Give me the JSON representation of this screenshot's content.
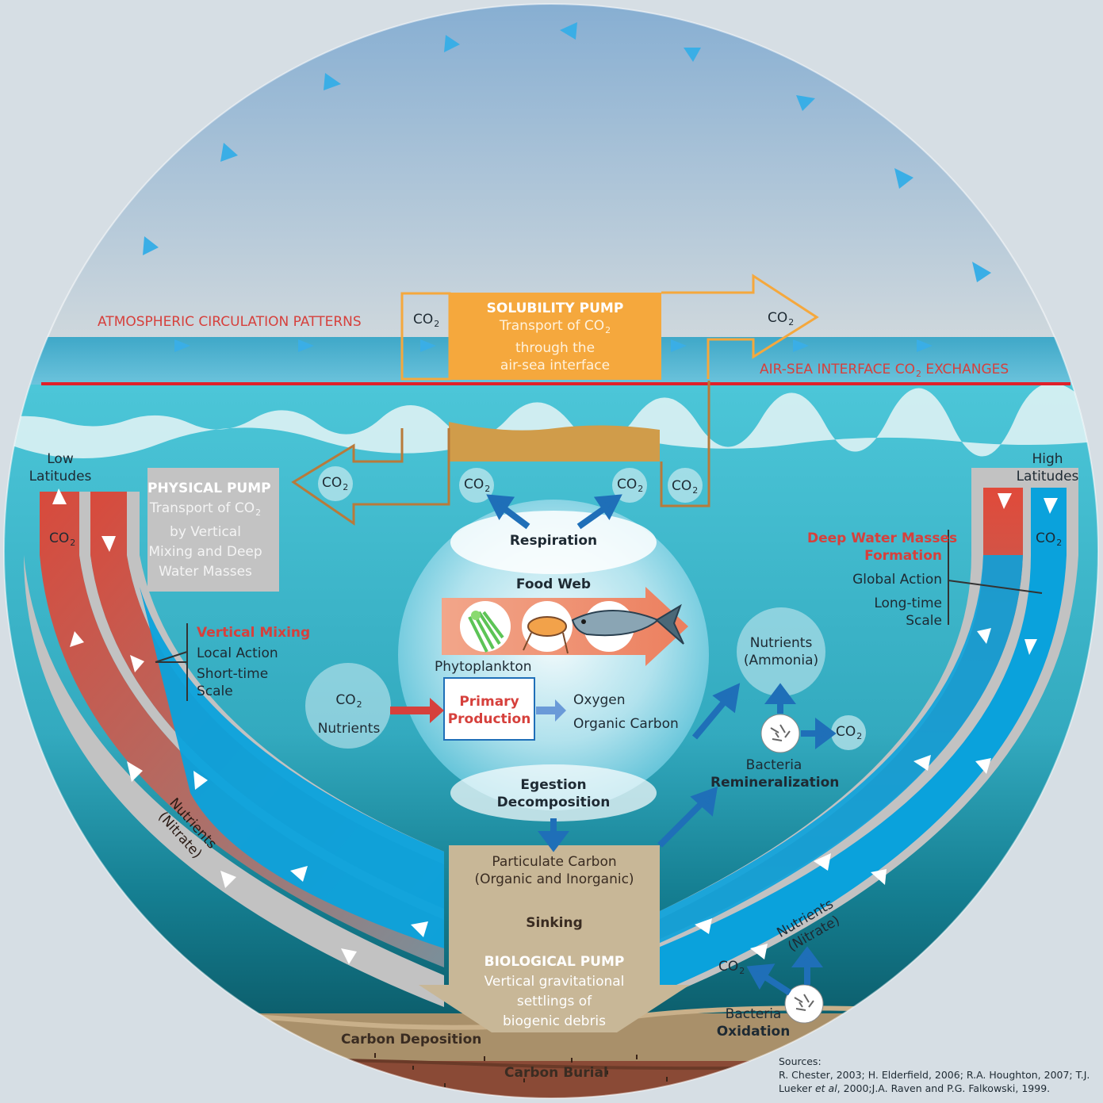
{
  "atmosphere": {
    "circulation_label": "ATMOSPHERIC CIRCULATION PATTERNS",
    "interface_label_pre": "AIR-SEA INTERFACE CO",
    "interface_label_sub": "2",
    "interface_label_post": " EXCHANGES"
  },
  "solubility_pump": {
    "title": "SOLUBILITY PUMP",
    "line1_pre": "Transport of CO",
    "line1_sub": "2",
    "line2": "through the",
    "line3": "air-sea interface",
    "co2_left": "CO",
    "co2_right": "CO",
    "sub": "2"
  },
  "physical_pump": {
    "title": "PHYSICAL PUMP",
    "line1_pre": "Transport of CO",
    "line1_sub": "2",
    "line2": "by Vertical",
    "line3": "Mixing and Deep",
    "line4": "Water Masses",
    "co2_arrow": "CO",
    "co2_box": "CO",
    "sub": "2"
  },
  "low_latitudes": {
    "line1": "Low",
    "line2": "Latitudes",
    "co2": "CO",
    "sub": "2",
    "nutrients_1": "Nutrients",
    "nutrients_2": "(Nitrate)"
  },
  "high_latitudes": {
    "line1": "High",
    "line2": "Latitudes",
    "co2": "CO",
    "sub": "2",
    "nutrients_1": "Nutrients",
    "nutrients_2": "(Nitrate)"
  },
  "vertical_mixing": {
    "title": "Vertical Mixing",
    "line1": "Local Action",
    "line2": "Short-time",
    "line3": "Scale"
  },
  "deep_water": {
    "title1": "Deep Water Masses",
    "title2": "Formation",
    "line1": "Global Action",
    "line2": "Long-time",
    "line3": "Scale"
  },
  "center": {
    "respiration": "Respiration",
    "food_web": "Food Web",
    "phytoplankton": "Phytoplankton",
    "primary_1": "Primary",
    "primary_2": "Production",
    "oxygen": "Oxygen",
    "organic_carbon": "Organic Carbon",
    "egestion": "Egestion",
    "decomposition": "Decomposition",
    "co2_left": "CO",
    "co2_right": "CO",
    "sub": "2",
    "input_co2": "CO",
    "input_nutrients": "Nutrients"
  },
  "remineralization": {
    "nutrients_1": "Nutrients",
    "nutrients_2": "(Ammonia)",
    "co2": "CO",
    "sub": "2",
    "bacteria": "Bacteria",
    "process": "Remineralization"
  },
  "biological_pump": {
    "particulate_1": "Particulate Carbon",
    "particulate_2": "(Organic and Inorganic)",
    "sinking": "Sinking",
    "title": "BIOLOGICAL PUMP",
    "line1": "Vertical gravitational",
    "line2": "settlings of",
    "line3": "biogenic debris"
  },
  "oxidation": {
    "co2": "CO",
    "sub": "2",
    "bacteria": "Bacteria",
    "process": "Oxidation"
  },
  "seafloor": {
    "deposition": "Carbon Deposition",
    "burial": "Carbon Burial"
  },
  "sources": {
    "heading": "Sources:",
    "line1": "R. Chester, 2003; H. Elderfield, 2006; R.A. Houghton, 2007; T.J.",
    "line2_a": "Lueker ",
    "line2_b": "et al",
    "line2_c": ", 2000;J.A. Raven and P.G. Falkowski, 1999."
  },
  "colors": {
    "sky_top": "#86aed2",
    "sky_bottom": "#ccd6dc",
    "sea": "#48c2d6",
    "deep_sea": "#0e6e80",
    "co2_band": "#d45542",
    "nitrate_band": "#0aa0dc",
    "solubility_orange": "#f5a83d",
    "physical_grey": "#c3c3c3",
    "bio_tan": "#c9b899",
    "interface_red": "#e0202a",
    "flow_blue": "#1f6fb8"
  }
}
